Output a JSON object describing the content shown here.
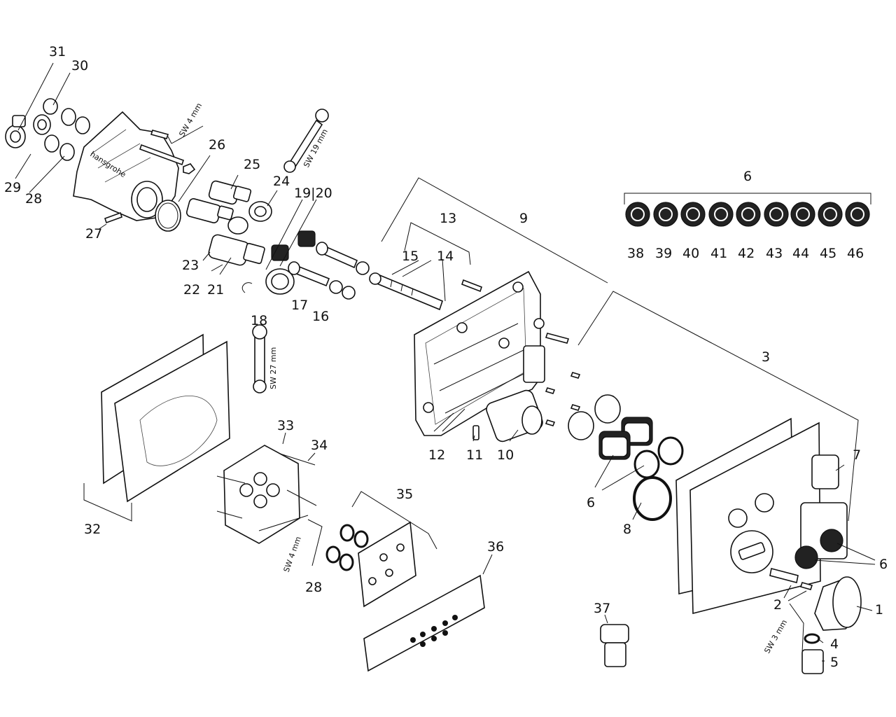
{
  "labels": {
    "l1": "1",
    "l2": "2",
    "l3": "3",
    "l4": "4",
    "l5": "5",
    "l6a": "6",
    "l6b": "6",
    "l6c": "6",
    "l7": "7",
    "l8": "8",
    "l9": "9",
    "l10": "10",
    "l11": "11",
    "l12": "12",
    "l13": "13",
    "l14": "14",
    "l15": "15",
    "l16": "16",
    "l17": "17",
    "l18": "18",
    "l19_20": "19|20",
    "l21": "21",
    "l22": "22",
    "l23": "23",
    "l24": "24",
    "l25": "25",
    "l26": "26",
    "l27": "27",
    "l28a": "28",
    "l28b": "28",
    "l29": "29",
    "l30": "30",
    "l31": "31",
    "l32": "32",
    "l33": "33",
    "l34": "34",
    "l35": "35",
    "l36": "36",
    "l37": "37",
    "l38": "38",
    "l39": "39",
    "l40": "40",
    "l41": "41",
    "l42": "42",
    "l43": "43",
    "l44": "44",
    "l45": "45",
    "l46": "46"
  },
  "tools": {
    "sw4_top": "SW 4 mm",
    "sw19": "SW 19 mm",
    "sw27": "SW 27 mm",
    "sw4_bottom": "SW 4 mm",
    "sw3": "SW 3 mm"
  },
  "brand_mark": "hansgrohe"
}
